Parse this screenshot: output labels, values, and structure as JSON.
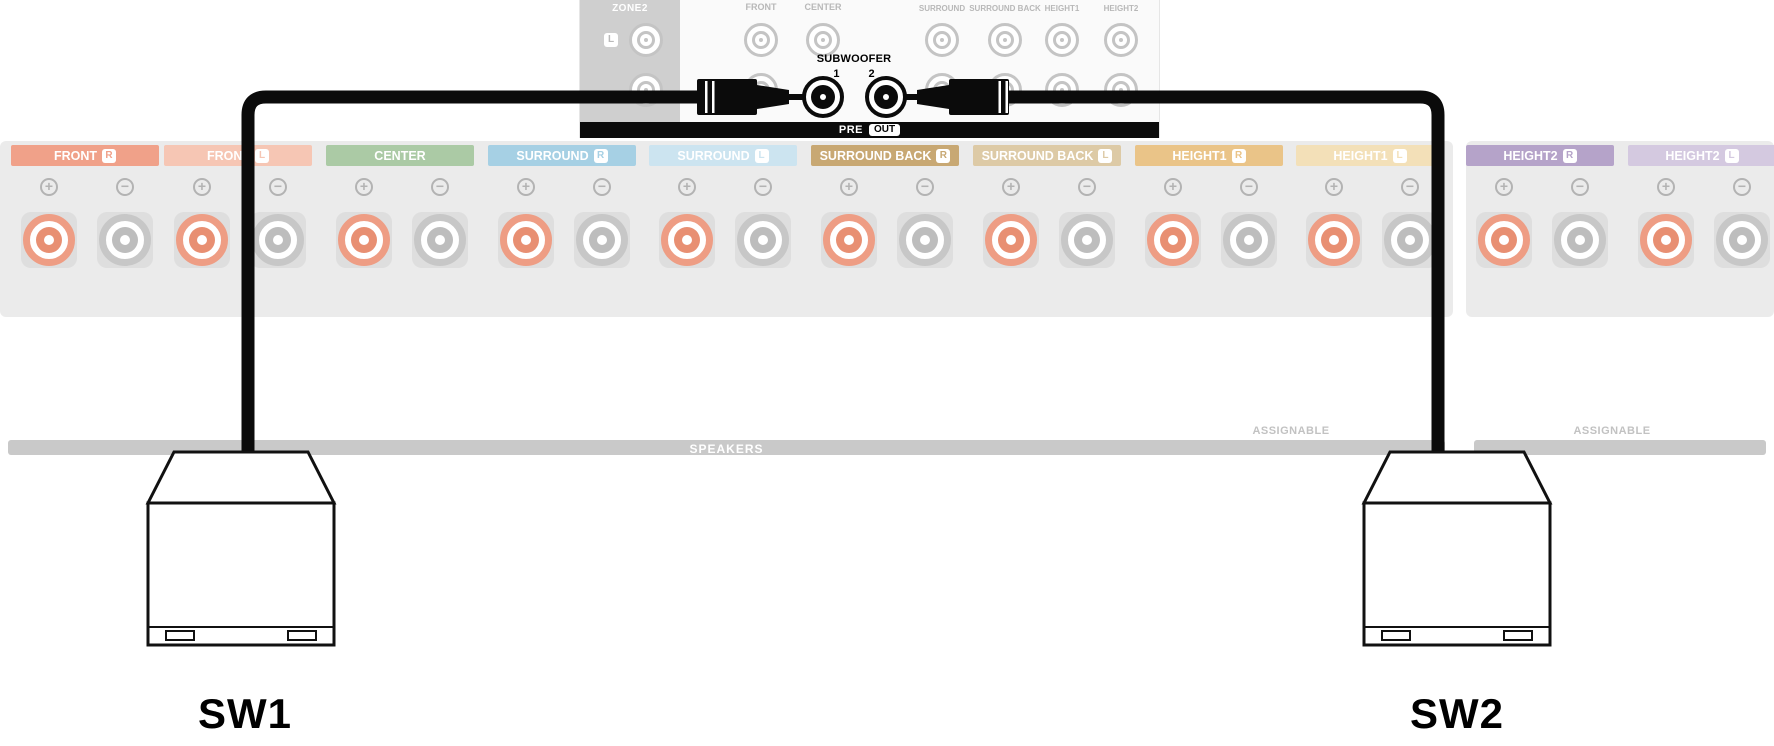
{
  "preout_panel": {
    "zone2": {
      "label": "ZONE2",
      "channel_badge": "L"
    },
    "top_labels": [
      "FRONT",
      "CENTER"
    ],
    "right_top_labels": [
      "SURROUND",
      "SURROUND BACK",
      "HEIGHT1",
      "HEIGHT2"
    ],
    "subwoofer": {
      "label": "SUBWOOFER",
      "numbers": "1 2"
    },
    "preout_bar": {
      "pre": "PRE",
      "out": "OUT"
    }
  },
  "speaker_strip": {
    "speakers_label": "SPEAKERS",
    "assignable_label": "ASSIGNABLE",
    "plus": "+",
    "minus": "−",
    "channels": [
      {
        "name": "FRONT",
        "badge": "R",
        "color": "#f0a189"
      },
      {
        "name": "FRONT",
        "badge": "L",
        "color": "#f6c6b4"
      },
      {
        "name": "CENTER",
        "badge": "",
        "color": "#abcaa5"
      },
      {
        "name": "SURROUND",
        "badge": "R",
        "color": "#a6d0e4"
      },
      {
        "name": "SURROUND",
        "badge": "L",
        "color": "#cce4f0"
      },
      {
        "name": "SURROUND BACK",
        "badge": "R",
        "color": "#c8a873"
      },
      {
        "name": "SURROUND BACK",
        "badge": "L",
        "color": "#ddcaa6"
      },
      {
        "name": "HEIGHT1",
        "badge": "R",
        "color": "#eac488"
      },
      {
        "name": "HEIGHT1",
        "badge": "L",
        "color": "#f3e0b8"
      },
      {
        "name": "HEIGHT2",
        "badge": "R",
        "color": "#b5a3c9"
      },
      {
        "name": "HEIGHT2",
        "badge": "L",
        "color": "#d4c9e0"
      }
    ]
  },
  "subwoofers": [
    {
      "label": "SW1"
    },
    {
      "label": "SW2"
    }
  ],
  "colors": {
    "cable": "#0b0b0b",
    "terminal_positive_ring": "#ee9d84",
    "terminal_positive_core": "#e88f72",
    "terminal_negative_ring": "#c7c7c7",
    "terminal_negative_core": "#bdbdbd",
    "strip_background": "#ebebeb",
    "panel_zone2_background": "#cfcfcf"
  }
}
